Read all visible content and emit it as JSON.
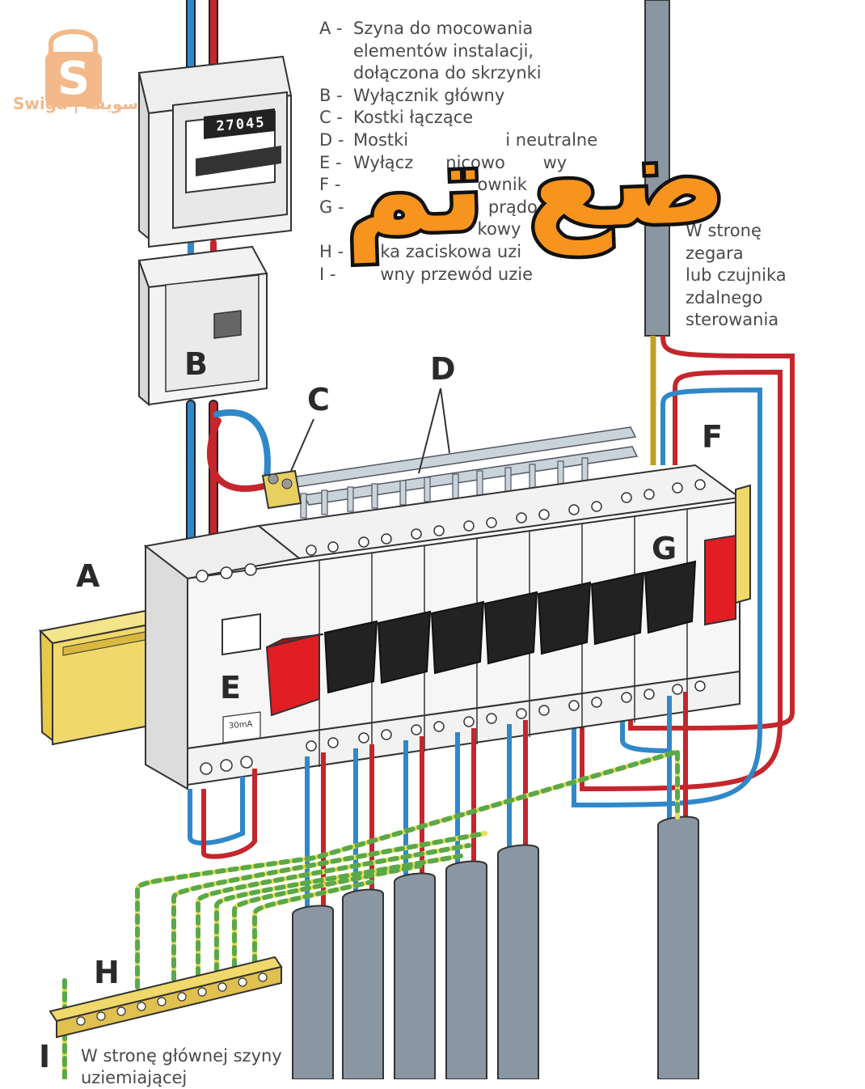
{
  "legend": [
    {
      "key": "A -",
      "lines": [
        "Szyna do mocowania",
        "elementów instalacji,",
        "dołączona do skrzynki"
      ]
    },
    {
      "key": "B -",
      "lines": [
        "Wyłącznik główny"
      ]
    },
    {
      "key": "C -",
      "lines": [
        "Kostki łączące"
      ]
    },
    {
      "key": "D -",
      "lines": [
        "Mostki                  i neutralne"
      ]
    },
    {
      "key": "E -",
      "lines": [
        "Wyłącz      nicowo       wy"
      ]
    },
    {
      "key": "F -",
      "lines": [
        "                       ownik"
      ]
    },
    {
      "key": "G -",
      "lines": [
        "                         prądo",
        "                       kowy"
      ]
    },
    {
      "key": "H -",
      "lines": [
        "     ka zaciskowa uzi"
      ]
    },
    {
      "key": "I -",
      "lines": [
        "     wny przewód uzie"
      ]
    }
  ],
  "side_note": [
    "W stronę",
    "zegara",
    "lub czujnika",
    "zdalnego",
    "sterowania"
  ],
  "bottom_note": [
    "W stronę głównej szyny",
    "uziemiającej"
  ],
  "labels": {
    "A": "A",
    "B": "B",
    "C": "C",
    "D": "D",
    "E": "E",
    "F": "F",
    "G": "G",
    "H": "H",
    "I": "I"
  },
  "meter_reading": "27045",
  "rcd_rating": "30mA",
  "watermark": {
    "brand": "Swiga | سويقة",
    "overlay": "ضع تم"
  },
  "colors": {
    "live": "#c4262c",
    "neutral": "#2f88c8",
    "earth_yellow": "#e8df5a",
    "earth_green": "#5aa84a",
    "conduit": "#8a96a2",
    "toggle_red": "#e01e24",
    "rail": "#f0d86a",
    "watermark_orange": "#f7941d"
  }
}
